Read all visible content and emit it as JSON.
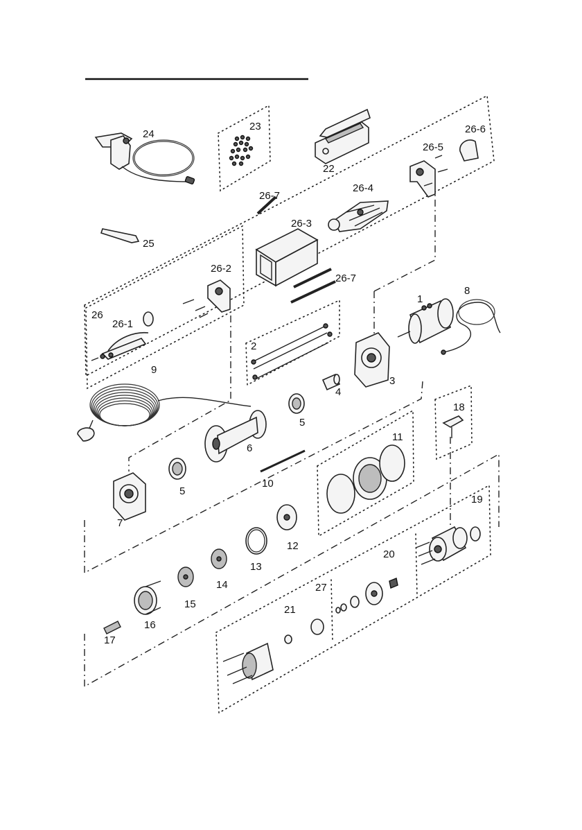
{
  "diagram": {
    "title_text": "",
    "part_labels": {
      "p1": "1",
      "p2": "2",
      "p3": "3",
      "p4": "4",
      "p5a": "5",
      "p5b": "5",
      "p6": "6",
      "p7": "7",
      "p8": "8",
      "p9": "9",
      "p10": "10",
      "p11": "11",
      "p12": "12",
      "p13": "13",
      "p14": "14",
      "p15": "15",
      "p16": "16",
      "p17": "17",
      "p18": "18",
      "p19": "19",
      "p20": "20",
      "p21": "21",
      "p22": "22",
      "p23": "23",
      "p24": "24",
      "p25": "25",
      "p26": "26",
      "p26_1": "26-1",
      "p26_2": "26-2",
      "p26_3": "26-3",
      "p26_4": "26-4",
      "p26_5": "26-5",
      "p26_6": "26-6",
      "p26_7a": "26-7",
      "p26_7b": "26-7",
      "p27": "27"
    }
  }
}
